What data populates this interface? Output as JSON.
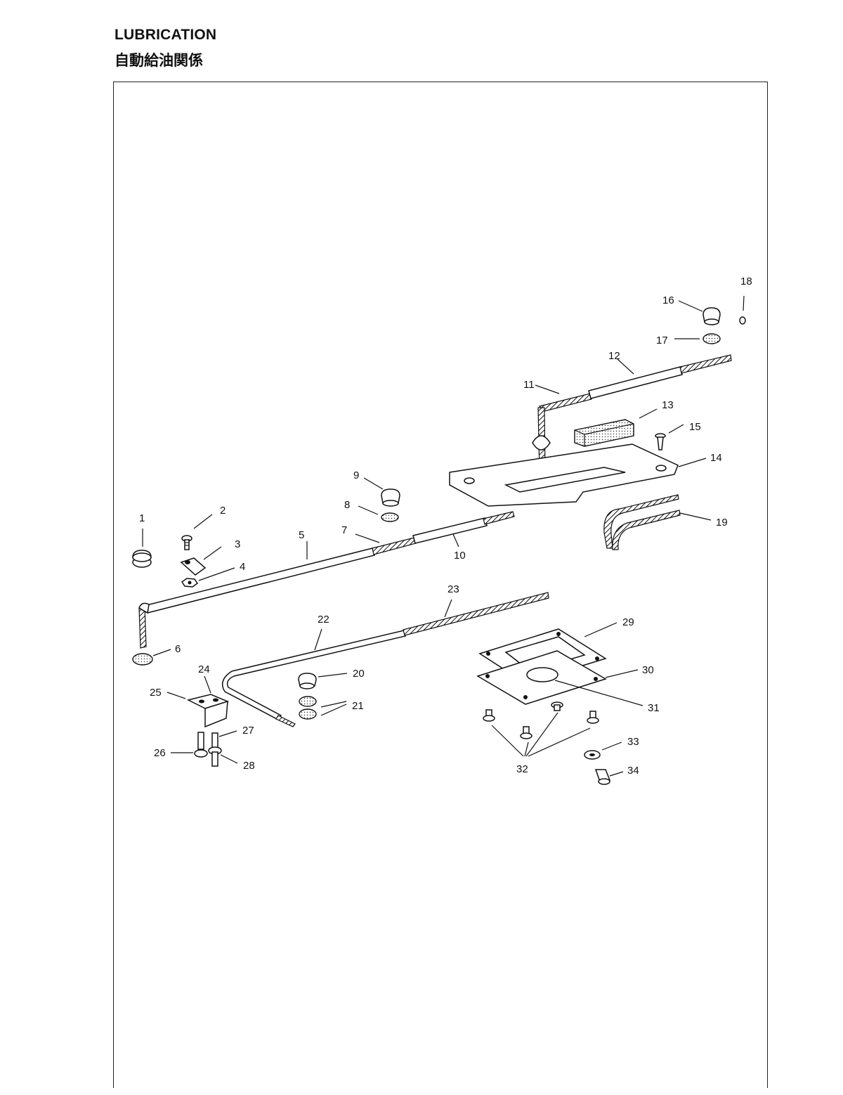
{
  "title": {
    "en": "LUBRICATION",
    "jp": "自動給油関係"
  },
  "diagram": {
    "type": "exploded-parts-diagram",
    "part_labels": [
      "1",
      "2",
      "3",
      "4",
      "5",
      "6",
      "7",
      "8",
      "9",
      "10",
      "11",
      "12",
      "13",
      "14",
      "15",
      "16",
      "17",
      "18",
      "19",
      "20",
      "21",
      "22",
      "23",
      "24",
      "25",
      "26",
      "27",
      "28",
      "29",
      "30",
      "31",
      "32",
      "33",
      "34"
    ]
  }
}
